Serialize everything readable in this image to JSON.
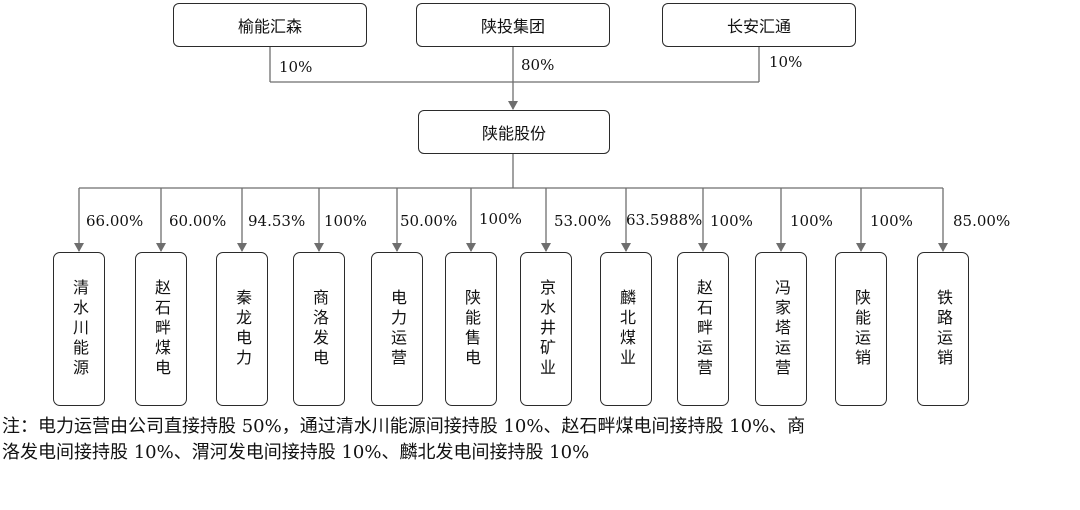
{
  "shareholders": [
    {
      "name": "榆能汇森",
      "pct": "10%"
    },
    {
      "name": "陕投集团",
      "pct": "80%"
    },
    {
      "name": "长安汇通",
      "pct": "10%"
    }
  ],
  "company": {
    "name": "陕能股份"
  },
  "subsidiaries": [
    {
      "name": "清水川能源",
      "pct": "66.00%"
    },
    {
      "name": "赵石畔煤电",
      "pct": "60.00%"
    },
    {
      "name": "秦龙电力",
      "pct": "94.53%"
    },
    {
      "name": "商洛发电",
      "pct": "100%"
    },
    {
      "name": "电力运营",
      "pct": "50.00%"
    },
    {
      "name": "陕能售电",
      "pct": "100%"
    },
    {
      "name": "京水井矿业",
      "pct": "53.00%"
    },
    {
      "name": "麟北煤业",
      "pct": "63.5988%"
    },
    {
      "name": "赵石畔运营",
      "pct": "100%"
    },
    {
      "name": "冯家塔运营",
      "pct": "100%"
    },
    {
      "name": "陕能运销",
      "pct": "100%"
    },
    {
      "name": "铁路运销",
      "pct": "85.00%"
    }
  ],
  "note": {
    "line1": "注：电力运营由公司直接持股 50%，通过清水川能源间接持股 10%、赵石畔煤电间接持股 10%、商",
    "line2": "洛发电间接持股 10%、渭河发电间接持股 10%、麟北发电间接持股 10%"
  }
}
